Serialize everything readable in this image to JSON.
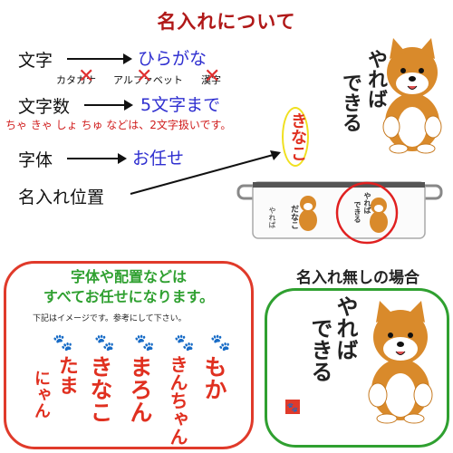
{
  "title": "名入れについて",
  "rows": {
    "moji": {
      "label": "文字",
      "value": "ひらがな",
      "options": [
        "カタカナ",
        "アルファベット",
        "漢字"
      ]
    },
    "mojisu": {
      "label": "文字数",
      "value": "5文字まで",
      "note": "ちゃ きゃ しょ ちゅ などは、2文字扱いです。"
    },
    "jitai": {
      "label": "字体",
      "value": "お任せ"
    },
    "ichi": {
      "label": "名入れ位置"
    }
  },
  "sample_name": "きなこ",
  "dog_phrase": {
    "line1": "やれば",
    "line2": "できる"
  },
  "mug_name": "だなこ",
  "left_panel": {
    "heading1": "字体や配置などは",
    "heading2": "すべてお任せになります。",
    "subnote": "下記はイメージです。参考にして下さい。",
    "names": [
      [
        "もか"
      ],
      [
        "きんちゃん"
      ],
      [
        "まろん"
      ],
      [
        "きなこ"
      ],
      [
        "たま",
        "にゃん"
      ]
    ]
  },
  "right_panel": {
    "heading": "名入れ無しの場合"
  },
  "colors": {
    "title": "#b01818",
    "value": "#2f2fd0",
    "note": "#d01c1c",
    "names": "#e03020",
    "panel_left": "#e03a2a",
    "panel_right": "#2fa030",
    "circle_red": "#e02020",
    "circle_yellow": "#f0e020"
  }
}
